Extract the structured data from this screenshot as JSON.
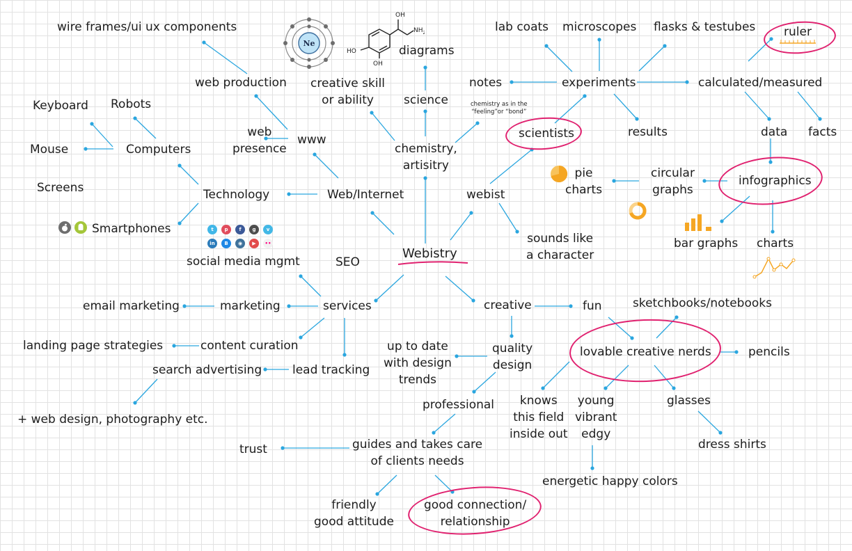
{
  "nodes": {
    "webistry": "Webistry",
    "web_internet": "Web/Internet",
    "webist": "webist",
    "chemistry_artistry": "chemistry,\nartisitry",
    "services": "services",
    "creative": "creative",
    "technology": "Technology",
    "www": "www",
    "web_presence": "web\npresence",
    "web_production": "web production",
    "wire_frames": "wire frames/ui ux components",
    "computers": "Computers",
    "keyboard": "Keyboard",
    "robots": "Robots",
    "mouse": "Mouse",
    "screens": "Screens",
    "smartphones": "Smartphones",
    "social_media": "social media mgmt",
    "seo": "SEO",
    "creative_skill": "creative skill\nor ability",
    "science": "science",
    "diagrams": "diagrams",
    "chemistry_note": "chemistry as in the\n“feeling”or “bond”",
    "scientists": "scientists",
    "experiments": "experiments",
    "notes": "notes",
    "lab_coats": "lab coats",
    "microscopes": "microscopes",
    "flasks": "flasks & testubes",
    "results": "results",
    "calculated": "calculated/measured",
    "ruler": "ruler",
    "data": "data",
    "facts": "facts",
    "infographics": "infographics",
    "circular_graphs": "circular\ngraphs",
    "pie_charts": "pie\ncharts",
    "bar_graphs": "bar graphs",
    "charts": "charts",
    "sounds_like": "sounds like\na character",
    "marketing": "marketing",
    "email_marketing": "email marketing",
    "content_curation": "content curation",
    "landing_page": "landing page strategies",
    "lead_tracking": "lead tracking",
    "search_advertising": "search advertising",
    "web_design_photo": "+ web design, photography etc.",
    "quality_design": "quality\ndesign",
    "up_to_date": "up to date\nwith design\ntrends",
    "professional": "professional",
    "guides": "guides and takes care\nof clients needs",
    "trust": "trust",
    "friendly": "friendly\ngood attitude",
    "good_connection": "good connection/\nrelationship",
    "fun": "fun",
    "sketchbooks": "sketchbooks/notebooks",
    "lovable_nerds": "lovable creative nerds",
    "pencils": "pencils",
    "knows_field": "knows\nthis field\ninside out",
    "young_vibrant": "young\nvibrant\nedgy",
    "glasses": "glasses",
    "dress_shirts": "dress shirts",
    "energetic_colors": "energetic happy colors"
  },
  "molecule": {
    "oh_top": "OH",
    "nh2": "NH",
    "nh2_sub": "2",
    "ho_left": "HO",
    "oh_bottom": "OH"
  },
  "atom": {
    "symbol": "Ne"
  },
  "colors": {
    "connector": "#2aa6df",
    "highlight": "#e0216f",
    "accent_orange": "#f5a623",
    "grid": "#e2e2e2"
  }
}
